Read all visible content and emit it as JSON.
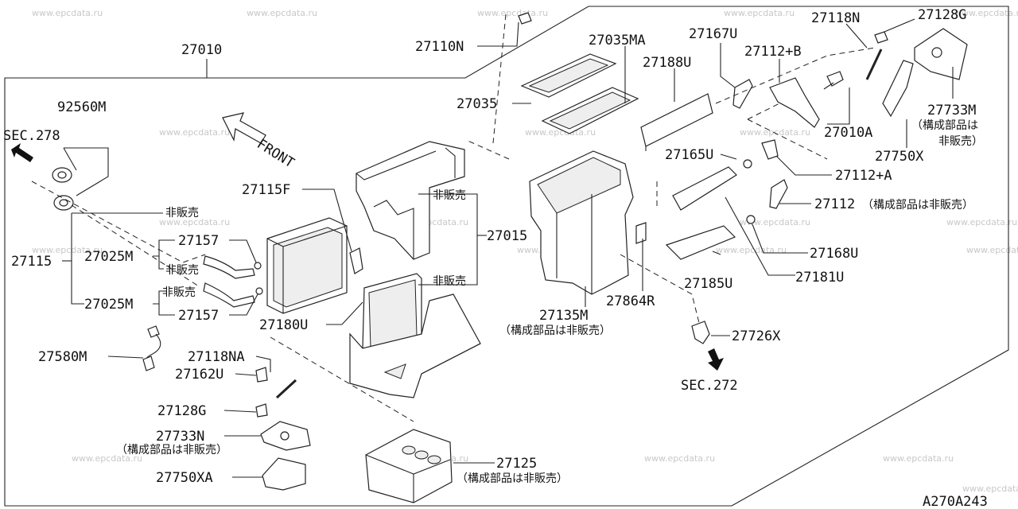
{
  "watermark": "www.epcdata.ru",
  "diagram_code": "A270A243",
  "front_label": "FRONT",
  "labels": {
    "p27010": "27010",
    "p27110N": "27110N",
    "p27035MA": "27035MA",
    "p27035": "27035",
    "p27167U": "27167U",
    "p27188U": "27188U",
    "p27112B": "27112+B",
    "p27118N": "27118N",
    "p27128G_top": "27128G",
    "p27733M": "27733M",
    "p27733M_note1": "（構成部品は",
    "p27733M_note2": "非販売）",
    "p27010A": "27010A",
    "p27750X": "27750X",
    "p92560M": "92560M",
    "sec278": "SEC.278",
    "p27115F": "27115F",
    "not_sold_1": "非販売",
    "p27157_a": "27157",
    "p27115": "27115",
    "p27025M_a": "27025M",
    "not_sold_2": "非販売",
    "not_sold_3": "非販売",
    "p27025M_b": "27025M",
    "p27157_b": "27157",
    "not_sold_4": "非販売",
    "p27015": "27015",
    "not_sold_5": "非販売",
    "p27180U": "27180U",
    "p27165U": "27165U",
    "p27112A": "27112+A",
    "p27112": "27112",
    "p27112_note": "（構成部品は非販売）",
    "p27168U": "27168U",
    "p27181U": "27181U",
    "p27185U": "27185U",
    "p27135M": "27135M",
    "p27135M_note": "（構成部品は非販売）",
    "p27864R": "27864R",
    "p27726X": "27726X",
    "sec272": "SEC.272",
    "p27580M": "27580M",
    "p27118NA": "27118NA",
    "p27162U": "27162U",
    "p27128G_bot": "27128G",
    "p27733N": "27733N",
    "p27733N_note": "（構成部品は非販売）",
    "p27750XA": "27750XA",
    "p27125": "27125",
    "p27125_note": "（構成部品は非販売）"
  }
}
